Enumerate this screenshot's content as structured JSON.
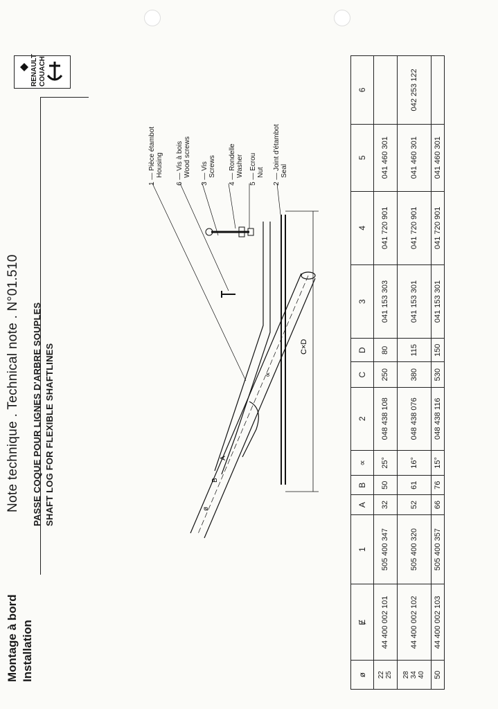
{
  "header": {
    "section": "Montage à bord",
    "subsection": "Installation",
    "note_title": "Note technique . Technical note . N°01.510",
    "subtitle_fr": "PASSE COQUE POUR LIGNES D'ARBRE SOUPLES",
    "subtitle_en": "SHAFT LOG FOR FLEXIBLE SHAFTLINES"
  },
  "logo": {
    "line1": "RENAULT",
    "line2": "COUACH"
  },
  "drawing": {
    "callouts": [
      {
        "num": "1",
        "fr": "Pièce étambot",
        "en": "Housing"
      },
      {
        "num": "6",
        "fr": "Vis à bois",
        "en": "Wood screws"
      },
      {
        "num": "3",
        "fr": "Vis",
        "en": "Screws"
      },
      {
        "num": "4",
        "fr": "Rondelle",
        "en": "Washer"
      },
      {
        "num": "5",
        "fr": "Ecrou",
        "en": "Nut"
      },
      {
        "num": "2",
        "fr": "Joint d'étambot",
        "en": "Seal"
      }
    ],
    "dim_cd": "C×D",
    "dim_a": "A",
    "dim_b": "B",
    "dim_phi": "ø",
    "dim_angle": "∝"
  },
  "table": {
    "headers": [
      "ø",
      "Ɇ",
      "1",
      "A",
      "B",
      "∝",
      "2",
      "C",
      "D",
      "3",
      "4",
      "5",
      "6"
    ],
    "rows": [
      [
        "22\n25",
        "44 400 002 101",
        "505 400 347",
        "32",
        "50",
        "25°",
        "048 438 108",
        "250",
        "80",
        "041 153 303",
        "041 720 901",
        "041 460 301",
        ""
      ],
      [
        "28\n34\n40",
        "44 400 002 102",
        "505 400 320",
        "52",
        "61",
        "16°",
        "048 438 076",
        "380",
        "115",
        "041 153 301",
        "041 720 901",
        "041 460 301",
        "042 253 122"
      ],
      [
        "50",
        "44 400 002 103",
        "505 400 357",
        "66",
        "76",
        "15°",
        "048 438 116",
        "530",
        "150",
        "041 153 301",
        "041 720 901",
        "041 460 301",
        ""
      ]
    ]
  }
}
